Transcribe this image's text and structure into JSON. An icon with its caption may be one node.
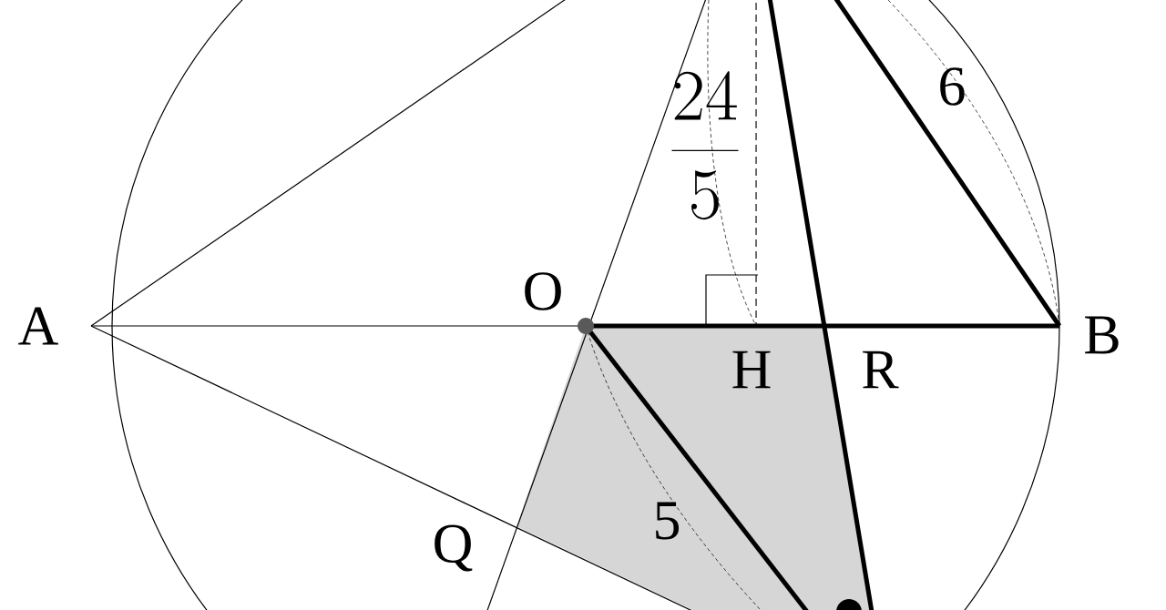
{
  "diagram": {
    "labels": [
      "A",
      "O",
      "H",
      "R",
      "B",
      "Q",
      "\\frac{24}{5}",
      "6",
      "5"
    ]
  }
}
